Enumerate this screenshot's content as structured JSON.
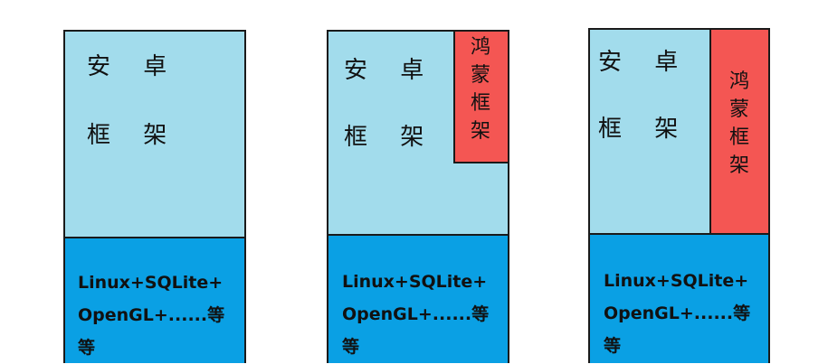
{
  "diagrams": [
    {
      "android": {
        "line1": "安 卓",
        "line2": "框 架"
      },
      "kernel": {
        "line1": "Linux+SQLite+",
        "line2": "OpenGL+......等",
        "line3": "等"
      }
    },
    {
      "android": {
        "line1": "安 卓",
        "line2": "框 架"
      },
      "harmony": {
        "chars": [
          "鸿",
          "蒙",
          "框",
          "架"
        ]
      },
      "kernel": {
        "line1": "Linux+SQLite+",
        "line2": "OpenGL+......等",
        "line3": "等"
      }
    },
    {
      "android": {
        "line1": "安 卓",
        "line2": "框 架"
      },
      "harmony": {
        "chars": [
          "鸿",
          "蒙",
          "框",
          "架"
        ]
      },
      "kernel": {
        "line1": "Linux+SQLite+",
        "line2": "OpenGL+......等",
        "line3": "等"
      }
    }
  ],
  "colors": {
    "android": "#a2dcec",
    "kernel": "#0aa0e4",
    "harmony": "#f45653",
    "border": "#1a1a1a"
  }
}
